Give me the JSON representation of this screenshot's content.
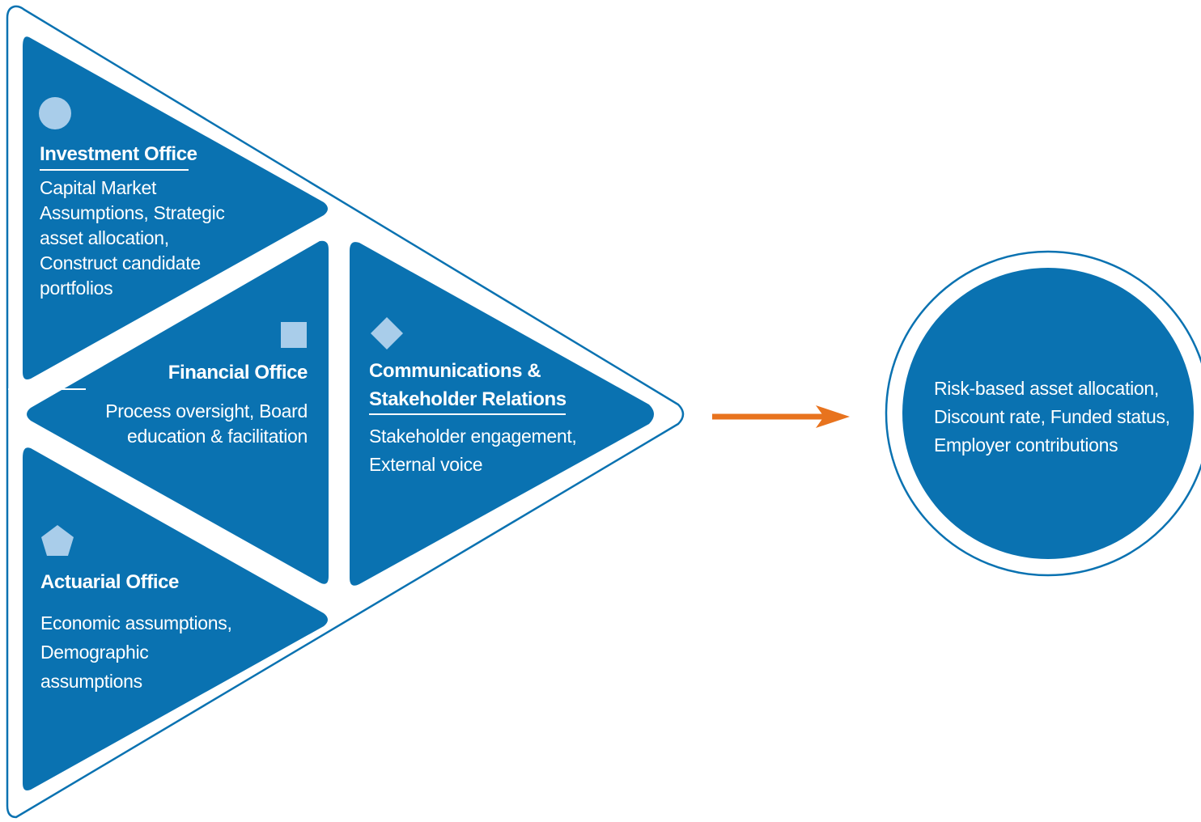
{
  "colors": {
    "panel_blue": "#0A72B1",
    "outline_blue": "#0A72B1",
    "shape_light_blue": "#A9CDEA",
    "arrow_orange": "#E8731E",
    "text_white": "#FFFFFF"
  },
  "offices": {
    "investment": {
      "icon": "circle-icon",
      "title": "Investment Office",
      "body_lines": [
        "Capital Market",
        "Assumptions, Strategic",
        "asset allocation,",
        "Construct candidate",
        "portfolios"
      ]
    },
    "financial": {
      "icon": "square-icon",
      "title": "Financial Office",
      "body_lines": [
        "Process oversight, Board",
        "education & facilitation"
      ]
    },
    "communications": {
      "icon": "diamond-icon",
      "title_lines": [
        "Communications &",
        "Stakeholder Relations"
      ],
      "body_lines": [
        "Stakeholder engagement,",
        "External voice"
      ]
    },
    "actuarial": {
      "icon": "pentagon-icon",
      "title": "Actuarial Office",
      "body_lines": [
        "Economic assumptions,",
        "Demographic",
        "assumptions"
      ]
    }
  },
  "flow_arrow": {
    "icon": "arrow-right-icon"
  },
  "outcome": {
    "lines": [
      "Risk-based asset allocation,",
      "Discount rate, Funded status,",
      "Employer contributions"
    ]
  }
}
